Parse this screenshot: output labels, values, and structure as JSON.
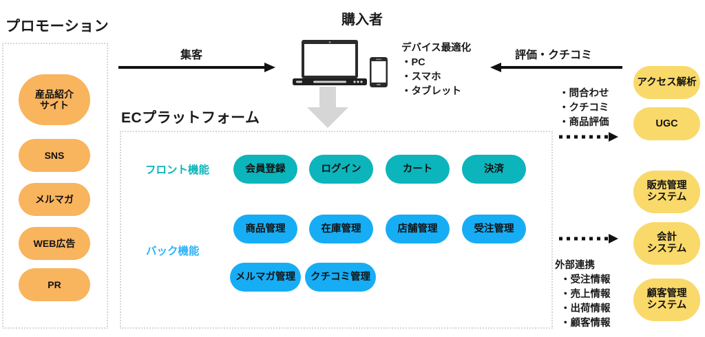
{
  "promotion": {
    "title": "プロモーション",
    "items": [
      {
        "label": "産品紹介\nサイト"
      },
      {
        "label": "SNS"
      },
      {
        "label": "メルマガ"
      },
      {
        "label": "WEB広告"
      },
      {
        "label": "PR"
      }
    ],
    "color": "#F9B45E"
  },
  "buyer": {
    "title": "購入者",
    "device_note_title": "デバイス最適化",
    "device_list": [
      "・PC",
      "・スマホ",
      "・タブレット"
    ],
    "icons": [
      "laptop-icon",
      "smartphone-icon"
    ]
  },
  "arrows": {
    "inbound_label": "集客",
    "feedback_label": "評価・クチコミ",
    "down_arrow": "down-arrow",
    "feedback_items": [
      "・問合わせ",
      "・クチコミ",
      "・商品評価"
    ],
    "external_title": "外部連携",
    "external_items": [
      "・受注情報",
      "・売上情報",
      "・出荷情報",
      "・顧客情報"
    ]
  },
  "platform": {
    "title": "ECプラットフォーム",
    "front": {
      "label": "フロント機能",
      "color": "#0BB5BB",
      "items": [
        "会員登録",
        "ログイン",
        "カート",
        "決済"
      ]
    },
    "back": {
      "label": "バック機能",
      "color": "#17ADF5",
      "row1": [
        "商品管理",
        "在庫管理",
        "店舗管理",
        "受注管理"
      ],
      "row2": [
        "メルマガ管理",
        "クチコミ管理"
      ]
    }
  },
  "external": {
    "color": "#F9D96A",
    "items": [
      {
        "label": "アクセス解析"
      },
      {
        "label": "UGC"
      },
      {
        "label": "販売管理\nシステム"
      },
      {
        "label": "会計\nシステム"
      },
      {
        "label": "顧客管理\nシステム"
      }
    ]
  }
}
